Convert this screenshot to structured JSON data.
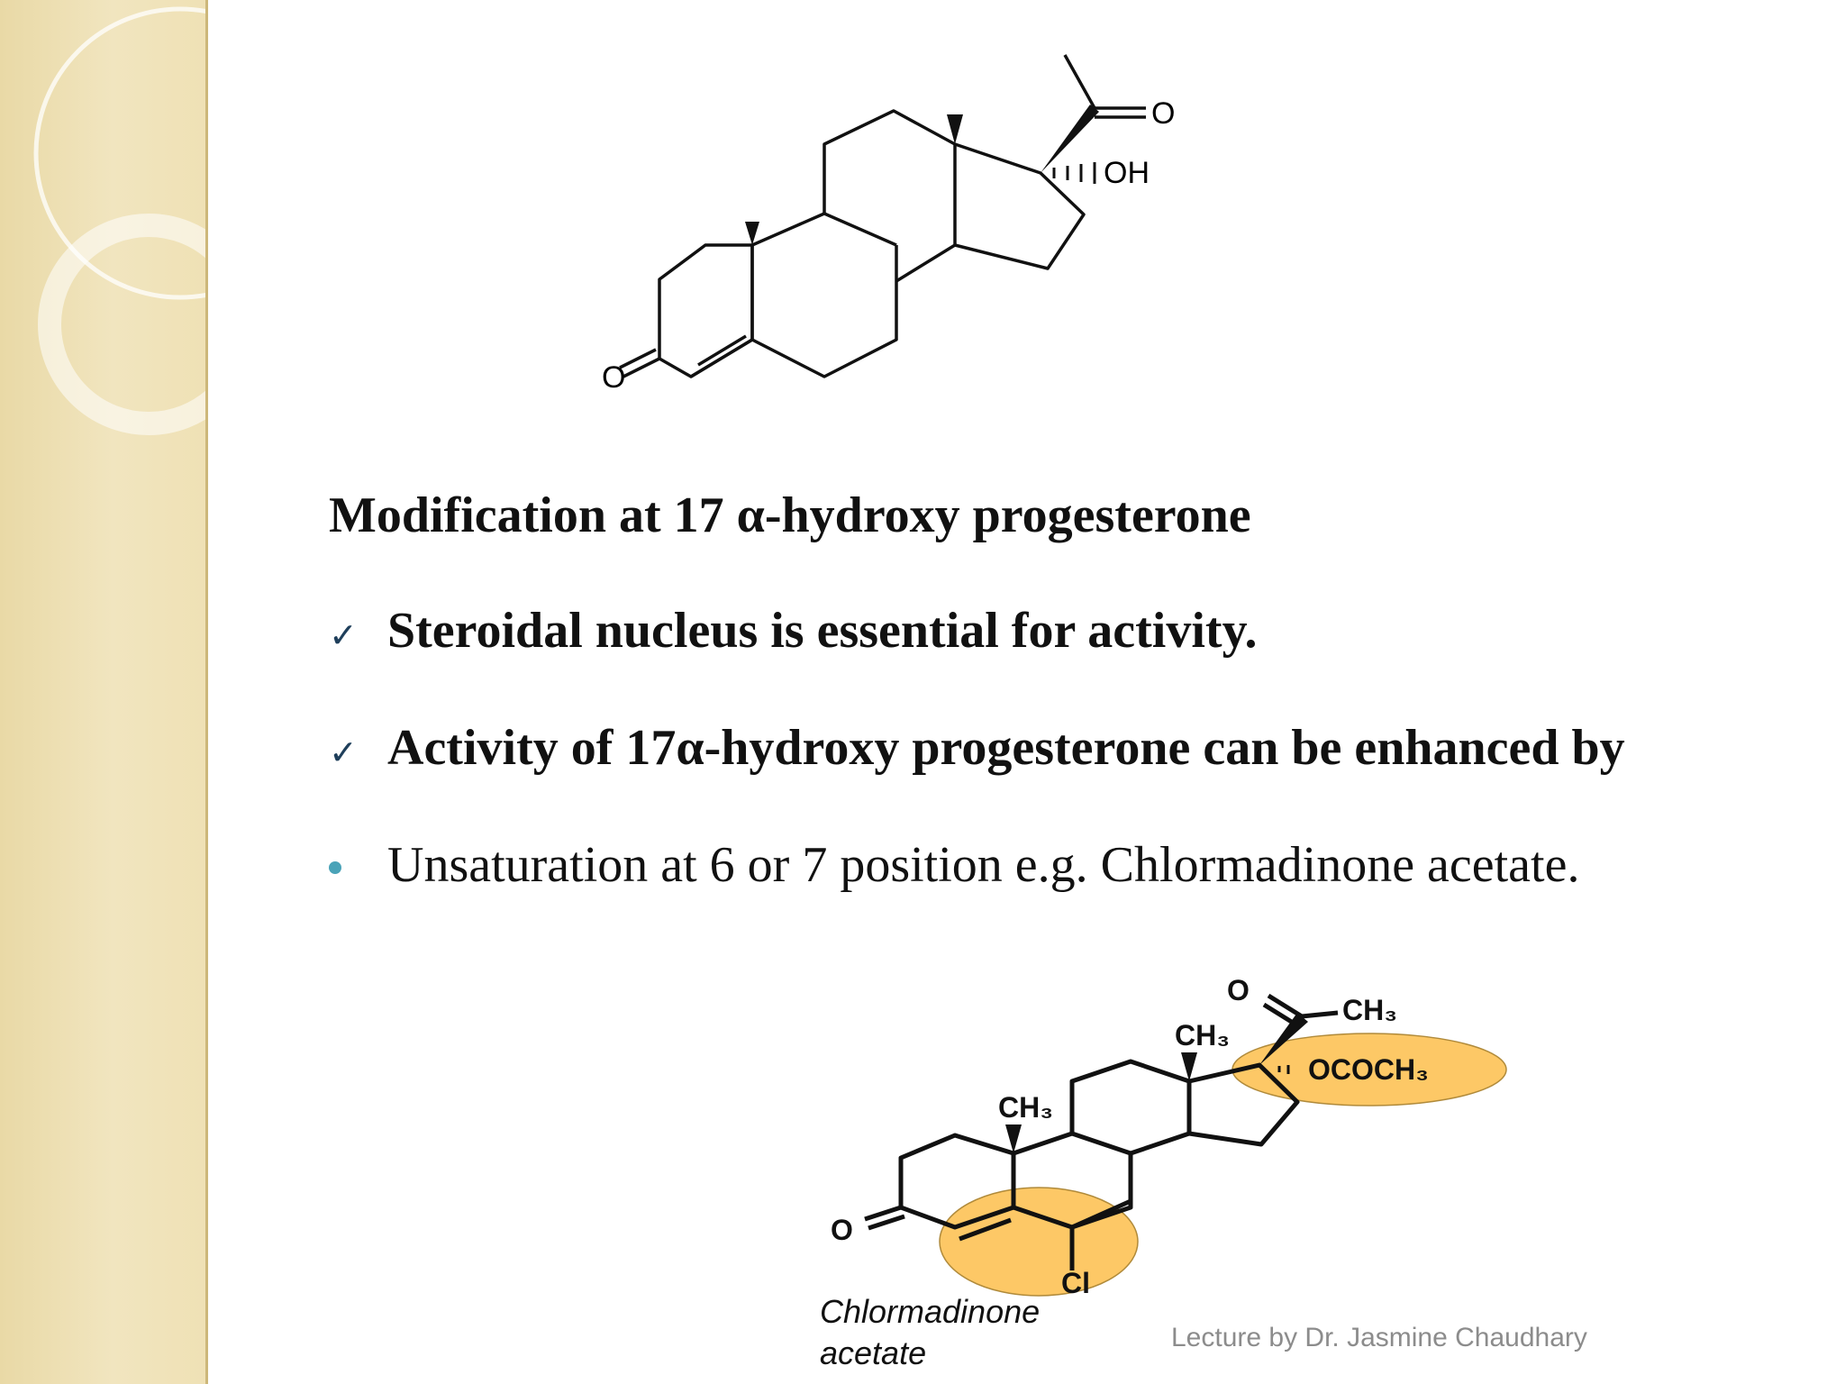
{
  "heading": "Modification at 17 α-hydroxy progesterone",
  "bullets": [
    {
      "marker": "✓",
      "text": "Steroidal nucleus is essential for activity.",
      "bold": true
    },
    {
      "marker": "✓",
      "text": "Activity of  17α-hydroxy progesterone can be enhanced by",
      "bold": true
    },
    {
      "marker": "dot",
      "text": "Unsaturation at 6 or 7 position e.g. Chlormadinone acetate.",
      "bold": false
    }
  ],
  "structure_top": {
    "labels": {
      "ketone_o": "O",
      "side_o": "O",
      "oh": "OH"
    }
  },
  "structure_bottom": {
    "labels": {
      "ketone_o": "O",
      "side_o": "O",
      "ch3_side": "CH₃",
      "ch3_c13": "CH₃",
      "ch3_c10": "CH₃",
      "ococh3": "OCOCH₃",
      "cl": "Cl"
    },
    "caption_line1": "Chlormadinone",
    "caption_line2": "acetate",
    "highlight_color": "#fdc866"
  },
  "footer": "Lecture by Dr. Jasmine Chaudhary",
  "colors": {
    "panel": "#efe1b5",
    "bullet_dot": "#4aa3b8",
    "check": "#1f3f5b",
    "footer": "#8c8c8c"
  }
}
